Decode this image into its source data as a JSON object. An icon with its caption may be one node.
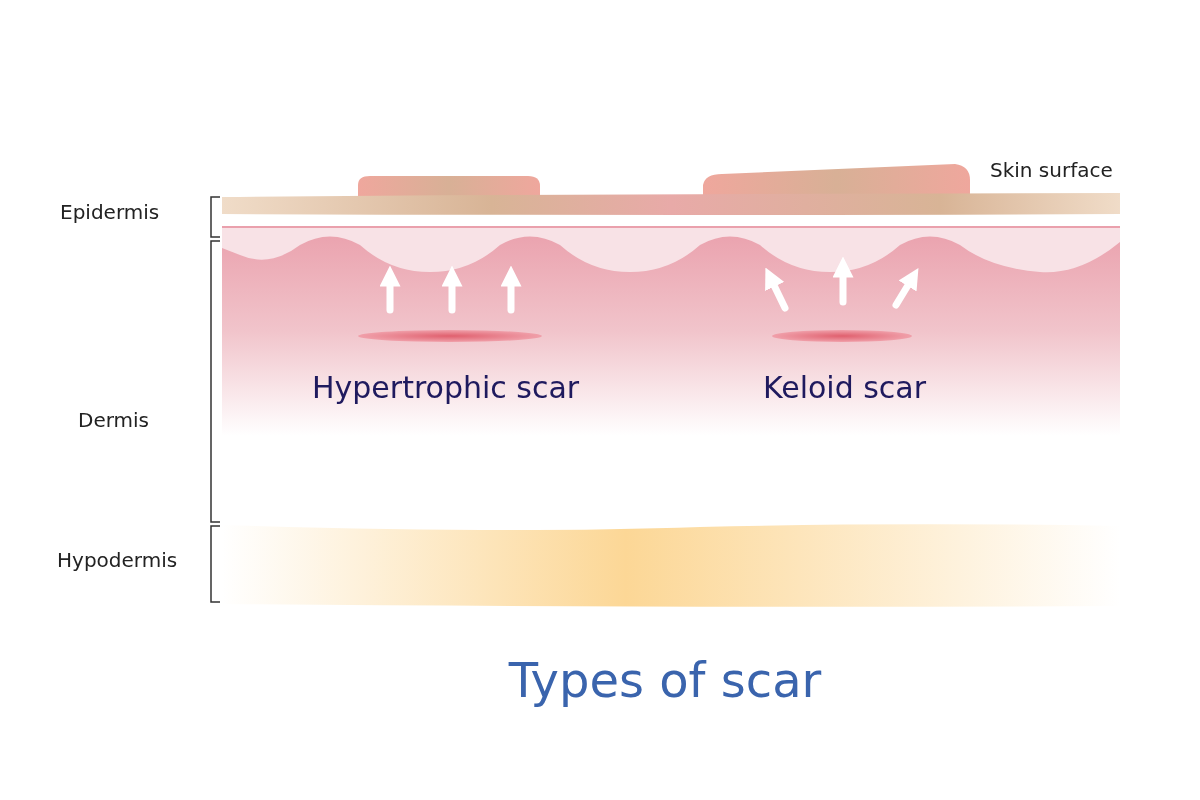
{
  "diagram": {
    "title": "Types of scar",
    "labels": [
      "Skin surface",
      "Epidermis",
      "Hypertrophic scar",
      "Keloid scar",
      "Dermis",
      "Hypodermis"
    ]
  }
}
